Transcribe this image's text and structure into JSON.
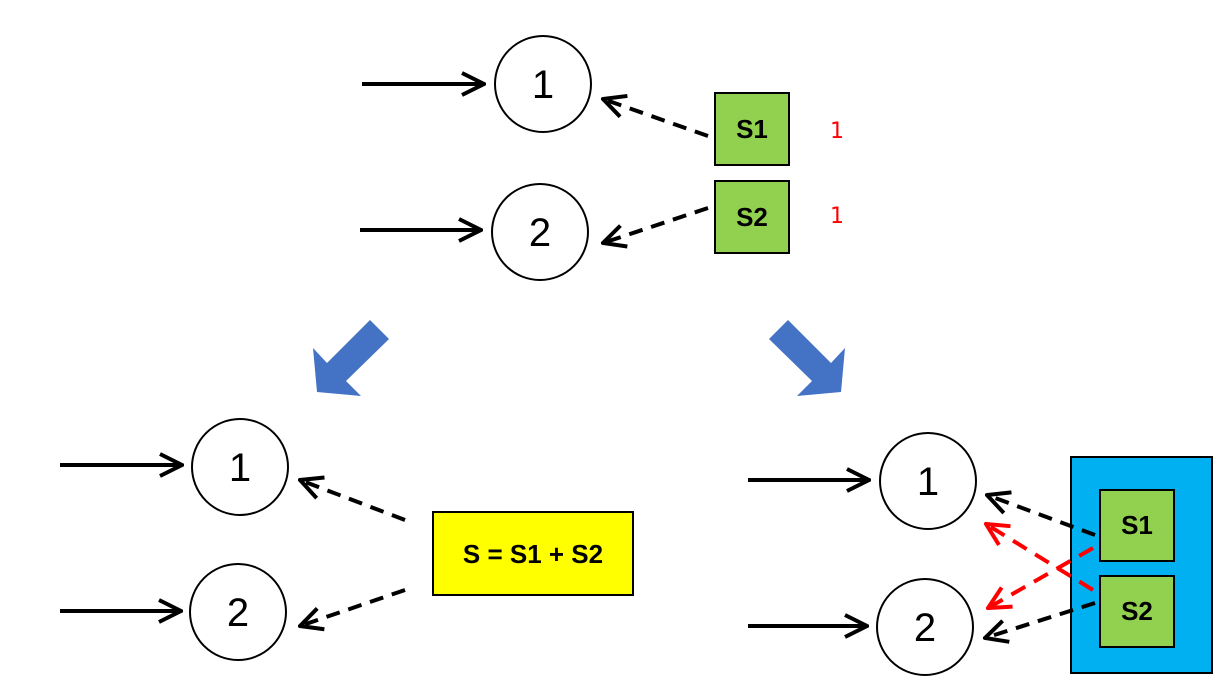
{
  "top": {
    "nodes": [
      "1",
      "2"
    ],
    "sources": [
      "S1",
      "S2"
    ],
    "counts": [
      "1",
      "1"
    ]
  },
  "bottom_left": {
    "nodes": [
      "1",
      "2"
    ],
    "combined_label": "S = S1 + S2"
  },
  "bottom_right": {
    "nodes": [
      "1",
      "2"
    ],
    "sources": [
      "S1",
      "S2"
    ]
  },
  "colors": {
    "source_box": "#92d050",
    "combined_box": "#ffff00",
    "group_box": "#00b0f0",
    "flow_arrow": "#4472c4",
    "cross_link": "#ff0000"
  }
}
